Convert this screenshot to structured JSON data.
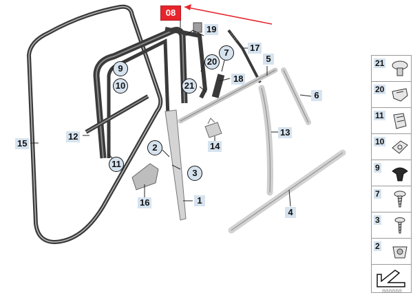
{
  "badge": {
    "text": "08",
    "color": "#e8242c"
  },
  "callouts": {
    "p1": "1",
    "p2": "2",
    "p3": "3",
    "p4": "4",
    "p5": "5",
    "p6": "6",
    "p7": "7",
    "p9": "9",
    "p10": "10",
    "p11": "11",
    "p12": "12",
    "p13": "13",
    "p14": "14",
    "p15": "15",
    "p16": "16",
    "p17": "17",
    "p18": "18",
    "p19": "19",
    "p20": "20",
    "p21": "21"
  },
  "legend": [
    {
      "number": "21",
      "icon": "push-rivet-icon"
    },
    {
      "number": "20",
      "icon": "bracket-clip-icon"
    },
    {
      "number": "11",
      "icon": "spring-clip-icon"
    },
    {
      "number": "10",
      "icon": "retainer-clip-icon"
    },
    {
      "number": "9",
      "icon": "rubber-buffer-icon"
    },
    {
      "number": "7",
      "icon": "screw-icon"
    },
    {
      "number": "3",
      "icon": "screw-icon"
    },
    {
      "number": "2",
      "icon": "expanding-nut-icon"
    }
  ],
  "footer_code": "000000",
  "colors": {
    "label_bg": "#d6e3ef",
    "seal": "#3a3a3a",
    "trim": "#cfcfcf"
  }
}
